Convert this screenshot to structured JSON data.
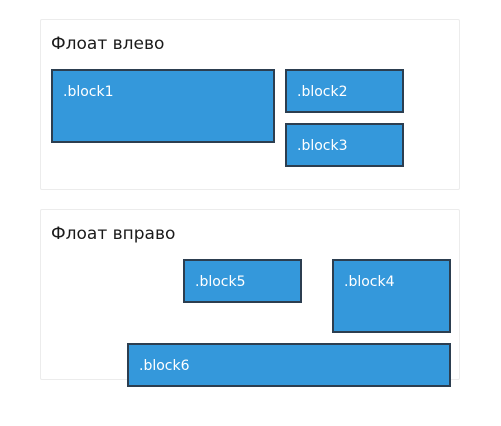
{
  "sections": {
    "float_left": {
      "title": "Флоат влево",
      "blocks": [
        ".block1",
        ".block2",
        ".block3"
      ]
    },
    "float_right": {
      "title": "Флоат вправо",
      "blocks": [
        ".block4",
        ".block5",
        ".block6"
      ]
    }
  },
  "colors": {
    "block_fill": "#3498db",
    "block_border": "#2c3e50",
    "block_text": "#ffffff",
    "panel_border": "#ececec"
  }
}
